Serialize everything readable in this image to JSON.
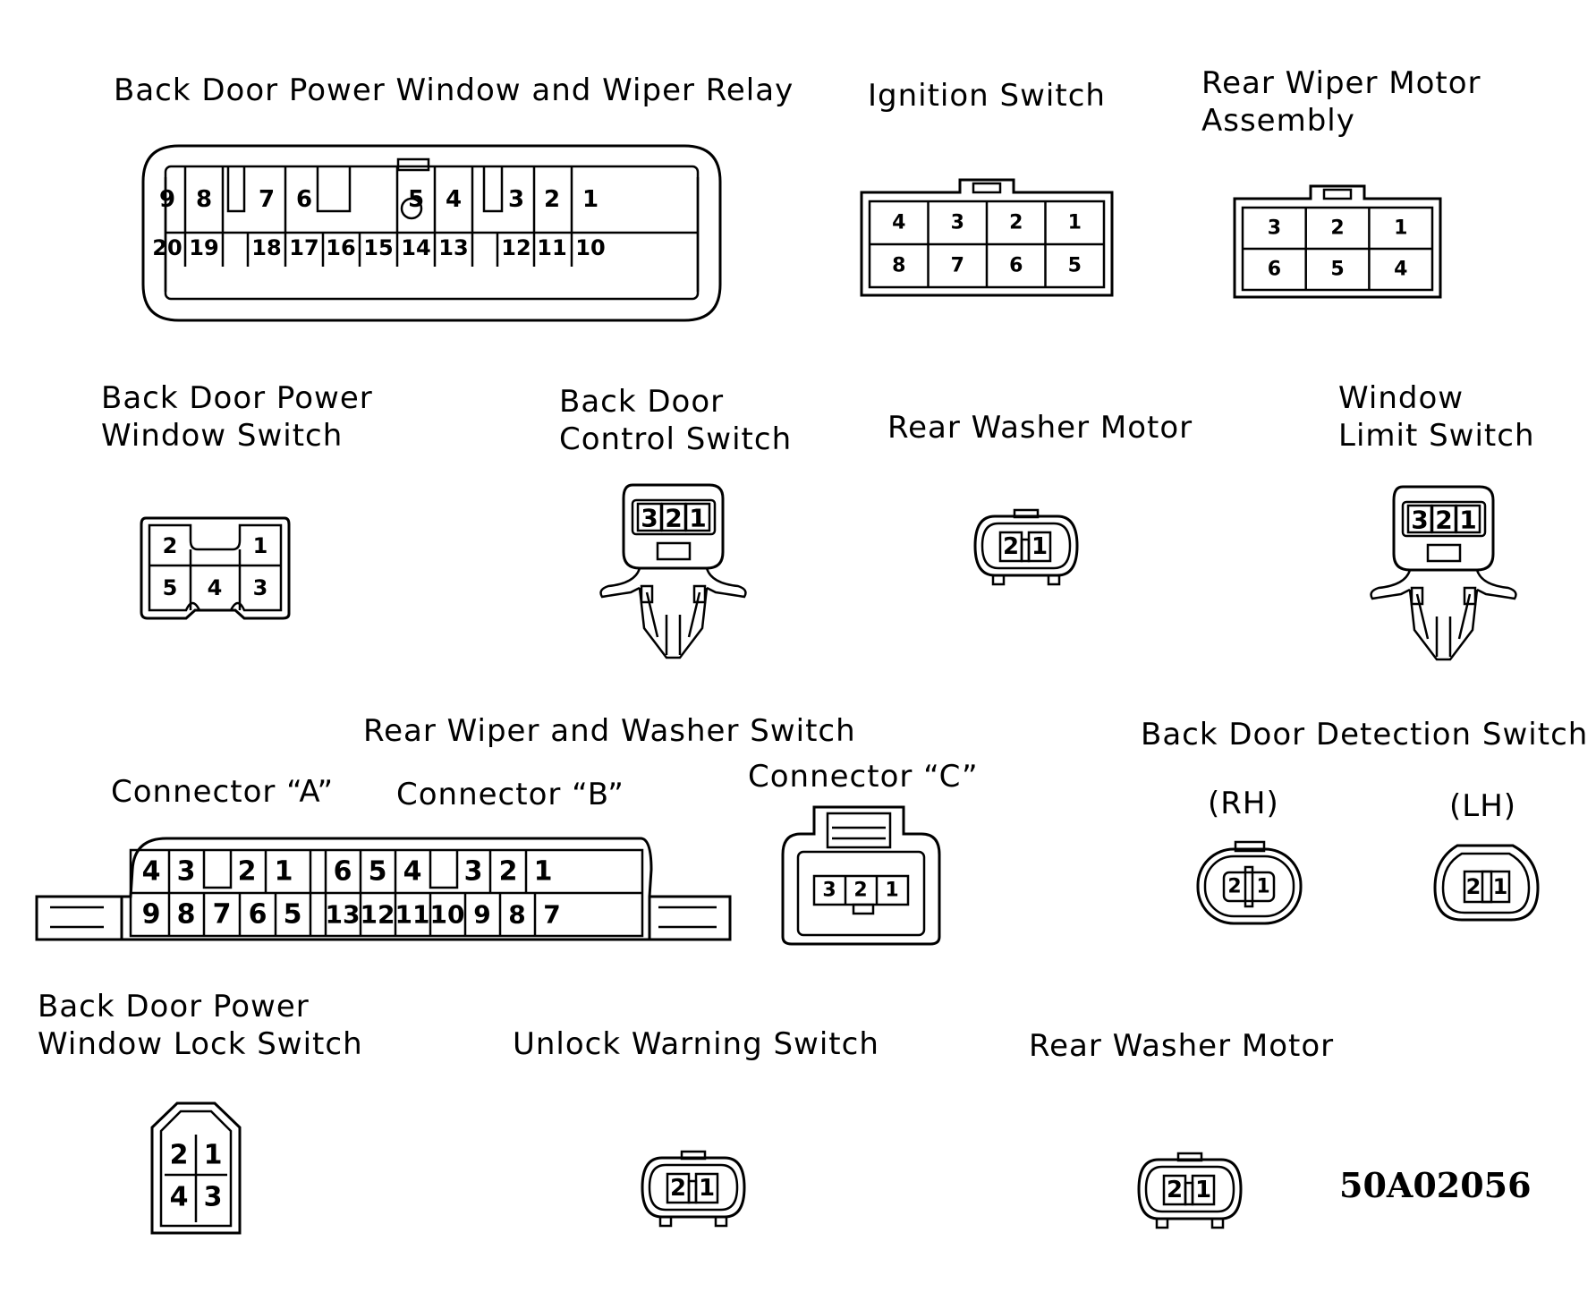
{
  "labels": {
    "relay": "Back Door Power Window and Wiper Relay",
    "ignition": "Ignition Switch",
    "rear_wiper_motor": "Rear Wiper Motor\nAssembly",
    "bd_pw_switch": "Back Door Power\nWindow Switch",
    "bd_control_switch": "Back Door\nControl Switch",
    "rear_washer_motor_1": "Rear Washer Motor",
    "window_limit_switch": "Window\nLimit Switch",
    "rear_wiper_washer_switch": "Rear Wiper and Washer Switch",
    "connector_a": "Connector “A”",
    "connector_b": "Connector “B”",
    "connector_c": "Connector “C”",
    "bd_detection_switch": "Back Door Detection Switch",
    "rh": "(RH)",
    "lh": "(LH)",
    "bd_pw_lock_switch": "Back Door Power\nWindow Lock Switch",
    "unlock_warning_switch": "Unlock Warning Switch",
    "rear_washer_motor_2": "Rear Washer Motor",
    "figure_code": "50A02056"
  },
  "pins": {
    "relay_top": [
      "9",
      "8",
      "7",
      "6",
      "5",
      "4",
      "3",
      "2",
      "1"
    ],
    "relay_bottom": [
      "20",
      "19",
      "18",
      "17",
      "16",
      "15",
      "14",
      "13",
      "12",
      "11",
      "10"
    ],
    "ignition_top": [
      "4",
      "3",
      "2",
      "1"
    ],
    "ignition_bottom": [
      "8",
      "7",
      "6",
      "5"
    ],
    "wiper_motor_top": [
      "3",
      "2",
      "1"
    ],
    "wiper_motor_bottom": [
      "6",
      "5",
      "4"
    ],
    "pw_switch_top": [
      "2",
      "1"
    ],
    "pw_switch_bottom": [
      "5",
      "4",
      "3"
    ],
    "three_pin": [
      "3",
      "2",
      "1"
    ],
    "two_pin": [
      "2",
      "1"
    ],
    "conn_a_top": [
      "4",
      "3",
      "2",
      "1"
    ],
    "conn_a_bottom": [
      "9",
      "8",
      "7",
      "6",
      "5"
    ],
    "conn_b_top": [
      "6",
      "5",
      "4",
      "3",
      "2",
      "1"
    ],
    "conn_b_bottom": [
      "13",
      "12",
      "11",
      "10",
      "9",
      "8",
      "7"
    ],
    "lock_switch_top": [
      "2",
      "1"
    ],
    "lock_switch_bottom": [
      "4",
      "3"
    ]
  }
}
